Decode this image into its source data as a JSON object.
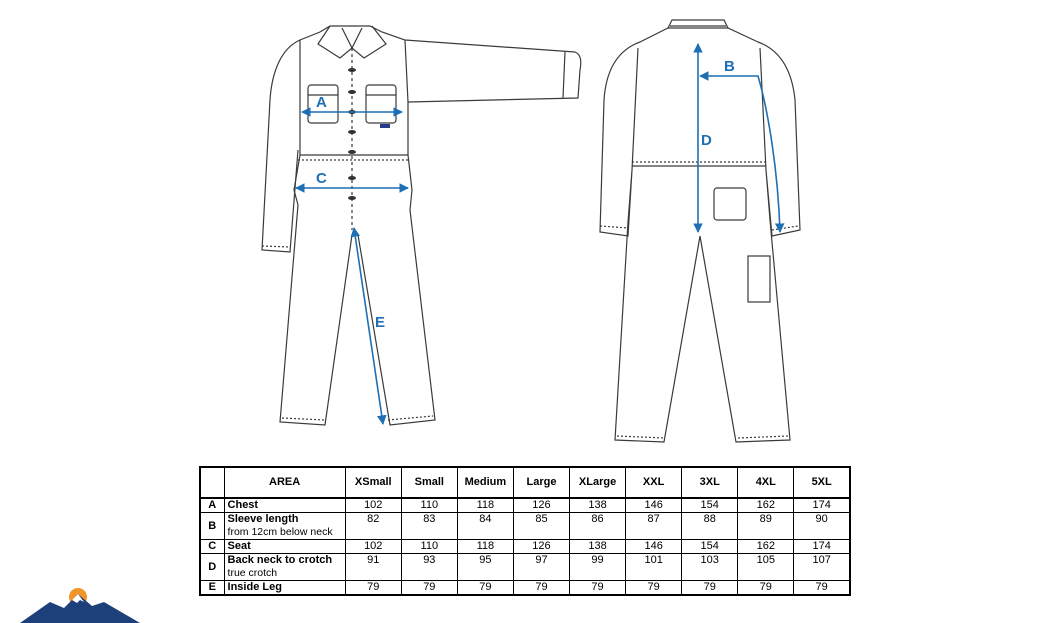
{
  "measurement_labels": {
    "chest": "A",
    "sleeve": "B",
    "seat": "C",
    "back_neck": "D",
    "inside_leg": "E"
  },
  "colors": {
    "measure_line": "#1f6fb5",
    "outline": "#3a3a3a",
    "logo_mountain": "#1d3f7a",
    "logo_sun": "#f0952a"
  },
  "table": {
    "area_header": "AREA",
    "sizes": [
      "XSmall",
      "Small",
      "Medium",
      "Large",
      "XLarge",
      "XXL",
      "3XL",
      "4XL",
      "5XL"
    ],
    "rows": [
      {
        "code": "A",
        "area": "Chest",
        "sub": "",
        "values": [
          "102",
          "110",
          "118",
          "126",
          "138",
          "146",
          "154",
          "162",
          "174"
        ]
      },
      {
        "code": "B",
        "area": "Sleeve length",
        "sub": "from 12cm below neck",
        "values": [
          "82",
          "83",
          "84",
          "85",
          "86",
          "87",
          "88",
          "89",
          "90"
        ]
      },
      {
        "code": "C",
        "area": "Seat",
        "sub": "",
        "values": [
          "102",
          "110",
          "118",
          "126",
          "138",
          "146",
          "154",
          "162",
          "174"
        ]
      },
      {
        "code": "D",
        "area": "Back neck to crotch",
        "sub": "true crotch",
        "values": [
          "91",
          "93",
          "95",
          "97",
          "99",
          "101",
          "103",
          "105",
          "107"
        ]
      },
      {
        "code": "E",
        "area": "Inside Leg",
        "sub": "",
        "values": [
          "79",
          "79",
          "79",
          "79",
          "79",
          "79",
          "79",
          "79",
          "79"
        ]
      }
    ]
  }
}
